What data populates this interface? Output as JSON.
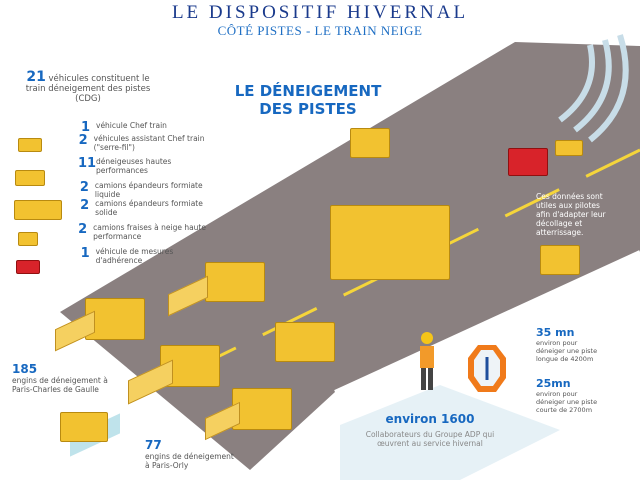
{
  "header": {
    "title": "LE DISPOSITIF HIVERNAL",
    "subtitle": "CÔTÉ PISTES - LE TRAIN NEIGE"
  },
  "intro": {
    "count": "21",
    "text": "véhicules constituent le train déneigement des pistes (CDG)"
  },
  "legend": [
    {
      "count": "1",
      "label": "véhicule Chef train"
    },
    {
      "count": "2",
      "label": "véhicules assistant Chef train (\"serre-fil\")"
    },
    {
      "count": "11",
      "label": "déneigeuses hautes performances"
    },
    {
      "count": "2",
      "label": "camions épandeurs formiate liquide"
    },
    {
      "count": "2",
      "label": "camions épandeurs formiate solide"
    },
    {
      "count": "2",
      "label": "camions fraises à neige haute performance"
    },
    {
      "count": "1",
      "label": "véhicule de mesures d'adhérence"
    }
  ],
  "heading": {
    "line1": "LE DÉNEIGEMENT",
    "line2": "DES PISTES"
  },
  "pilot_note": "Ces données sont utiles aux pilotes afin d'adapter leur décollage et atterrissage.",
  "cdg": {
    "count": "185",
    "text": "engins de déneigement à Paris-Charles de Gaulle"
  },
  "orly": {
    "count": "77",
    "text": "engins de déneigement à Paris-Orly"
  },
  "staff": {
    "count": "environ 1600",
    "text": "Collaborateurs du Groupe ADP qui œuvrent au service hivernal"
  },
  "long_runway": {
    "time": "35 mn",
    "text": "environ pour déneiger une piste longue de 4200m"
  },
  "short_runway": {
    "time": "25mn",
    "text": "environ pour déneiger une piste courte de 2700m"
  },
  "colors": {
    "accent": "#1768c0",
    "title": "#1a3a8c",
    "runway": "#8a7f7f",
    "vehicle": "#f2c230",
    "measure_vehicle": "#d8232a"
  }
}
